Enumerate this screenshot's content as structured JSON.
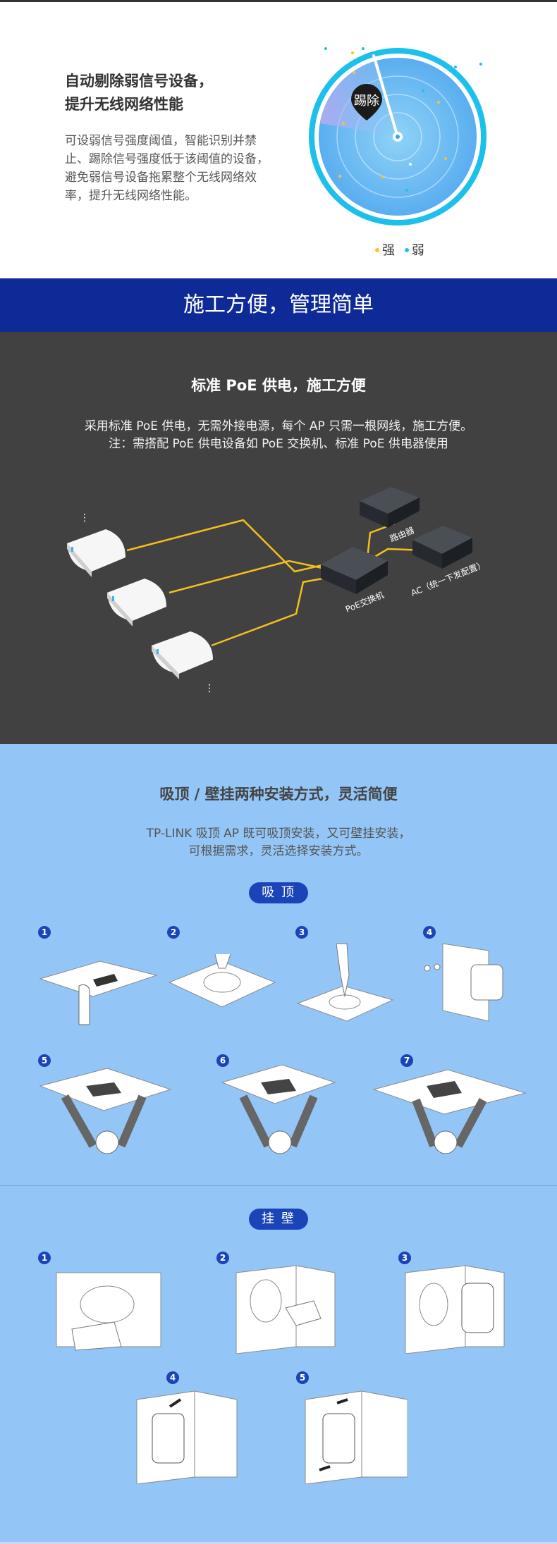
{
  "signal": {
    "title_line1": "自动剔除弱信号设备，",
    "title_line2": "提升无线网络性能",
    "description": "可设弱信号强度阈值，智能识别并禁止、踢除信号强度低于该阈值的设备，避免弱信号设备拖累整个无线网络效率，提升无线网络性能。",
    "badge_label": "踢除",
    "legend_strong": "强",
    "legend_weak": "弱",
    "colors": {
      "strong": "#f4c531",
      "weak": "#1ec2e8",
      "ring": "#1cc0ea"
    }
  },
  "band": {
    "title": "施工方便，管理简单"
  },
  "poe": {
    "title": "标准 PoE 供电，施工方便",
    "line1": "采用标准 PoE 供电，无需外接电源，每个 AP 只需一根网线，施工方便。",
    "line2": "注：需搭配 PoE 供电设备如 PoE 交换机、标准 PoE 供电器使用",
    "label_router": "路由器",
    "label_switch": "PoE交换机",
    "label_ac": "AC（统一下发配置）",
    "colors": {
      "cable": "#f2c01d",
      "background": "#414141"
    }
  },
  "install": {
    "title": "吸顶 / 壁挂两种安装方式，灵活简便",
    "line1": "TP-LINK 吸顶 AP 既可吸顶安装，又可壁挂安装，",
    "line2": "可根据需求，灵活选择安装方式。",
    "ceiling_label": "吸 顶",
    "wall_label": "挂 壁",
    "ceiling_steps": [
      "1",
      "2",
      "3",
      "4",
      "5",
      "6",
      "7"
    ],
    "wall_steps": [
      "1",
      "2",
      "3",
      "4",
      "5"
    ],
    "colors": {
      "background": "#93c6f7",
      "accent": "#1c44b9"
    }
  }
}
